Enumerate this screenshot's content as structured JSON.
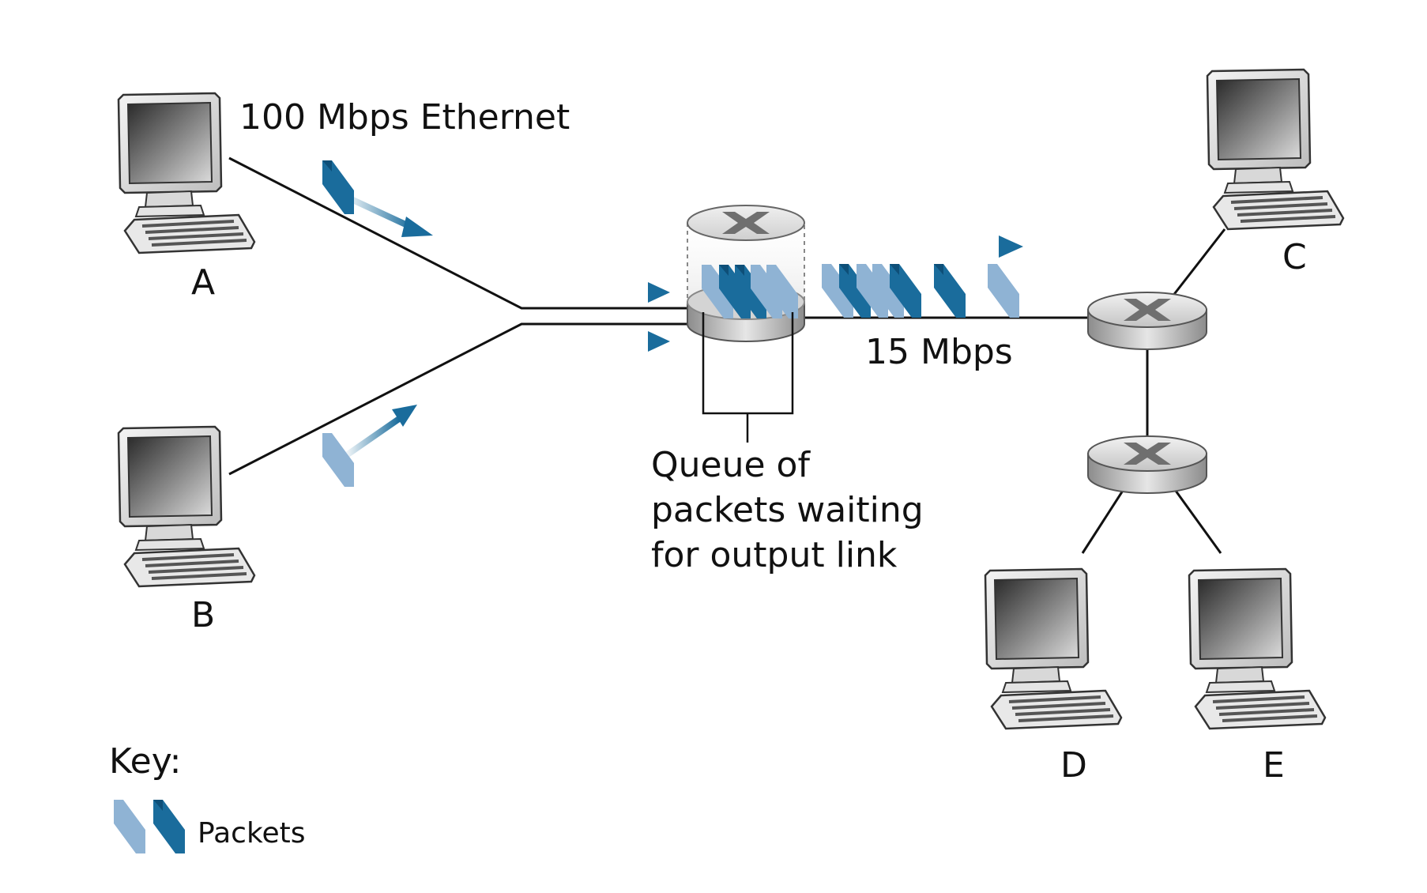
{
  "labels": {
    "ethernet": "100 Mbps Ethernet",
    "link_speed": "15 Mbps",
    "queue_line1": "Queue of",
    "queue_line2": "packets waiting",
    "queue_line3": "for output link",
    "key_title": "Key:",
    "key_packets": "Packets"
  },
  "hosts": {
    "a": "A",
    "b": "B",
    "c": "C",
    "d": "D",
    "e": "E"
  },
  "colors": {
    "packet_dark": "#1a6c9c",
    "packet_light": "#8fb3d4",
    "arrow": "#1a6c9c",
    "link": "#111111"
  },
  "icons": {
    "host": "desktop-computer-icon",
    "router": "router-icon",
    "packet": "packet-icon"
  }
}
